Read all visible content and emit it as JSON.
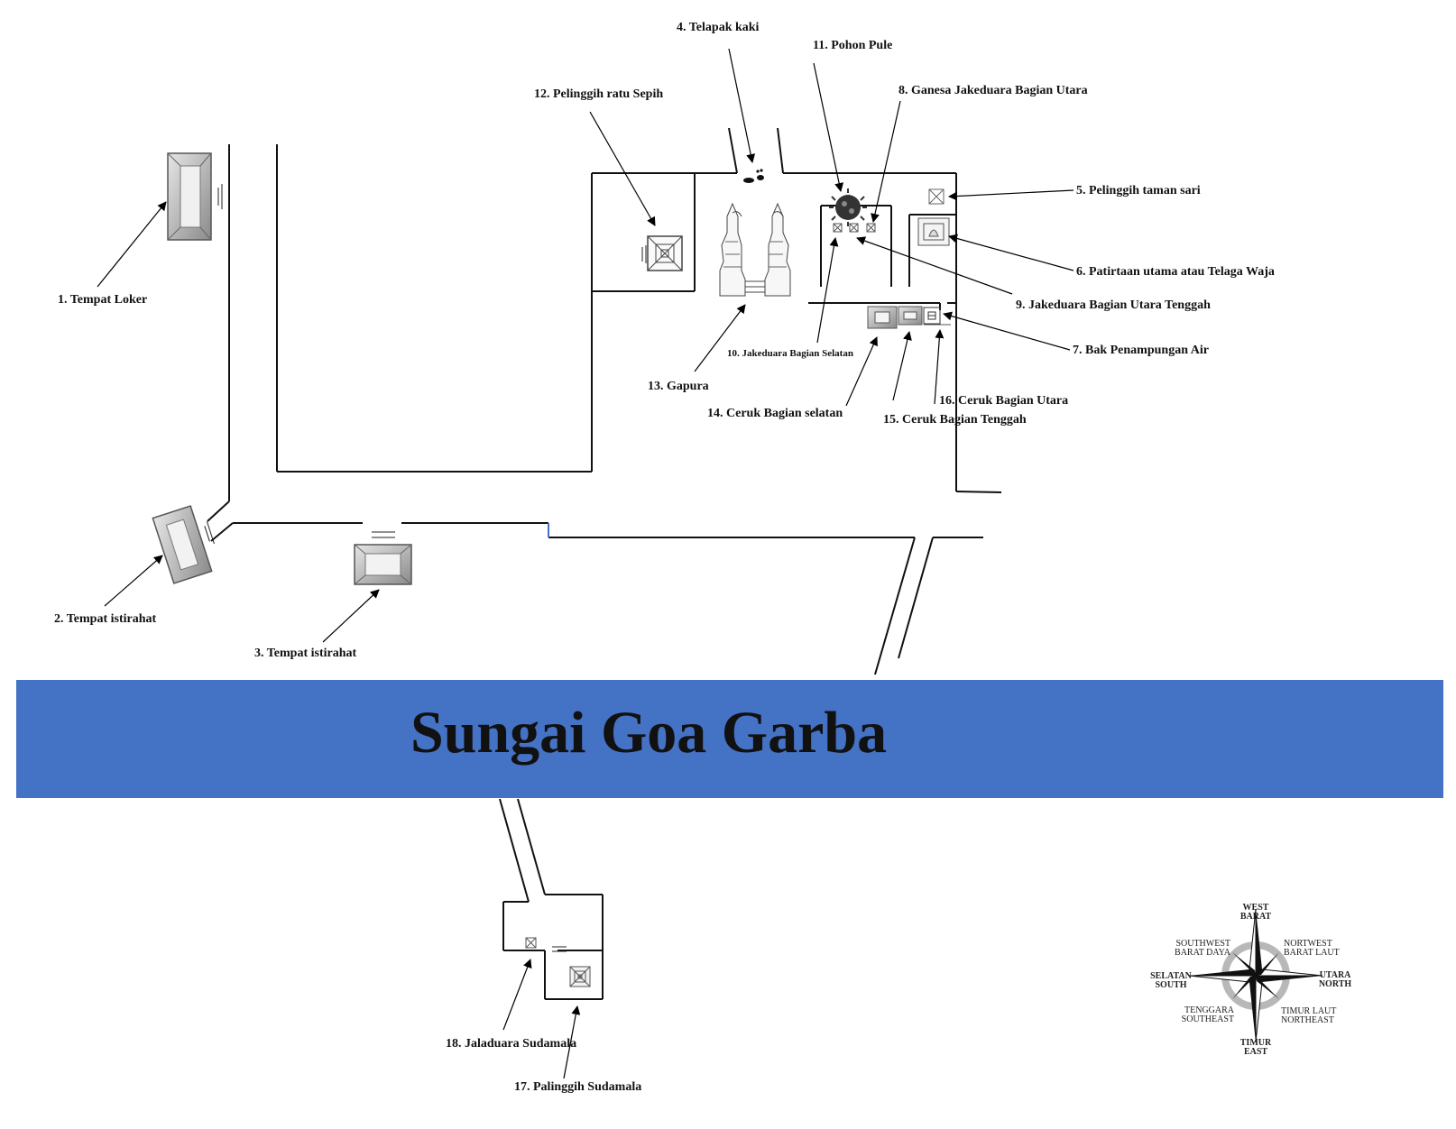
{
  "river": {
    "name": "Sungai Goa Garba",
    "color": "#4472c4"
  },
  "labels": {
    "l1": "1. Tempat Loker",
    "l2": "2. Tempat istirahat",
    "l3": "3. Tempat istirahat",
    "l4": "4.  Telapak kaki",
    "l5": "5.  Pelinggih taman sari",
    "l6": "6.  Patirtaan utama atau Telaga Waja",
    "l7": "7.  Bak Penampungan Air",
    "l8": "8.  Ganesa Jakeduara Bagian Utara",
    "l9": "9.  Jakeduara Bagian Utara Tenggah",
    "l10": "10.  Jakeduara Bagian Selatan",
    "l11": "11.  Pohon Pule",
    "l12": "12.   Pelinggih ratu Sepih",
    "l13": "13.  Gapura",
    "l14": "14.  Ceruk Bagian selatan",
    "l15": "15.  Ceruk Bagian Tenggah",
    "l16": "16.  Ceruk Bagian Utara",
    "l17": "17. Palinggih Sudamala",
    "l18": "18.  Jaladuara  Sudamala"
  },
  "compass": {
    "north_top": "WEST",
    "north_bot": "BARAT",
    "ne_top": "NORTWEST",
    "ne_bot": "BARAT LAUT",
    "e_top": "UTARA",
    "e_bot": "NORTH",
    "se_top": "TIMUR LAUT",
    "se_bot": "NORTHEAST",
    "s_top": "TIMUR",
    "s_bot": "EAST",
    "sw_top": "TENGGARA",
    "sw_bot": "SOUTHEAST",
    "w_top": "SELATAN",
    "w_bot": "SOUTH",
    "nw_top": "SOUTHWEST",
    "nw_bot": "BARAT DAYA"
  }
}
